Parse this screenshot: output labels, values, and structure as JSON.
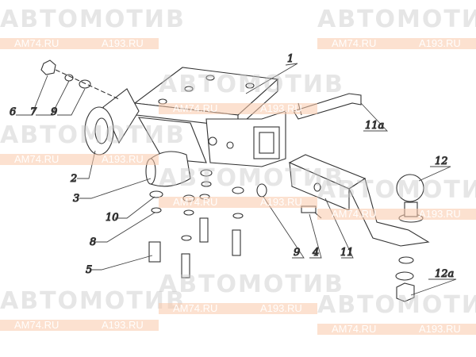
{
  "watermark": {
    "brand": "АВТОМОТИВ",
    "site1": "AM74.RU",
    "site2": "A193.RU"
  },
  "labels": {
    "p1": "1",
    "p2": "2",
    "p3": "3",
    "p4": "4",
    "p5": "5",
    "p6": "6",
    "p7": "7",
    "p8": "8",
    "p9a": "9",
    "p9b": "9",
    "p10": "10",
    "p11": "11",
    "p11a": "11a",
    "p12": "12",
    "p12a": "12a"
  }
}
